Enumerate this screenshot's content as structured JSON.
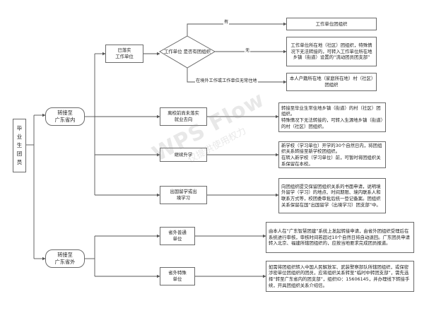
{
  "nodes": {
    "root": "毕业生团员",
    "within_gd": "转接至\n广东省内",
    "outside_gd": "转接至\n广东省外",
    "has_unit": "已落实\n工作单位",
    "diamond": "工作单位\n是否有团组织",
    "unit_org": "工作单位团组织",
    "no_org": "工作单位所在地（社区）团组织，特殊情况下无法转接的，可转入工作单位所在地乡镇（街道）设置的“流动团员团支部”",
    "outside_unit": "本人户籍所在地（家庭所在地）村（社区）团组织",
    "no_job": "离校前尚未落实\n就业去向",
    "no_job_dest": "转接至毕业生常住地乡镇（街道）的村（社区）团组织。\n特殊情况下无法转接的，可转入生源地乡镇（街道）的村（社区）团组织。",
    "further_study": "继续升学",
    "further_study_dest": "新学校（学习单位）开学的30个自然日内，将团组织关系转接至新学校团组织。\n在转入新学校（学习单位）前，可暂时将团组织关系保留在本校。",
    "abroad": "出国留学或出\n境学习",
    "abroad_dest": "向团组织提交保留团组织关系的书面申请，说明境外留学（学习）的地点、时间期限、境内联系人和联系方式等，校团委审批后统一登记备案。团组织关系保留在国“出国留学（出境学习）团支部”中。",
    "other_regular": "省外普通\n单位",
    "other_regular_dest": "由本人在“广东智慧团建”系统上发起转接申请，由省外团组织受理后在系统进行审核，审核时间若超过10个自然日将自动退回。广东团员申请转入北京、福建所辖团组织的，应按当地要求完成团员报道。",
    "other_special": "省外特殊\n单位",
    "other_special_dest": "如需将团组织转入中国人民解放军、武装警察部队所辖团组织，或保密涉密单位团组织的团员，应将组织关系转至“临时中转团支部”，需先选择“转至广东省内的团支部”，组织ID：15606145，并办理线下转接手续，开具团组织关系介绍信。"
  },
  "edges": {
    "yes": "有",
    "no": "无",
    "outside_work": "在境外工作或工作单位无常住地"
  },
  "watermark": {
    "main": "WPS Flow",
    "sub": "仅提供使用权力"
  }
}
